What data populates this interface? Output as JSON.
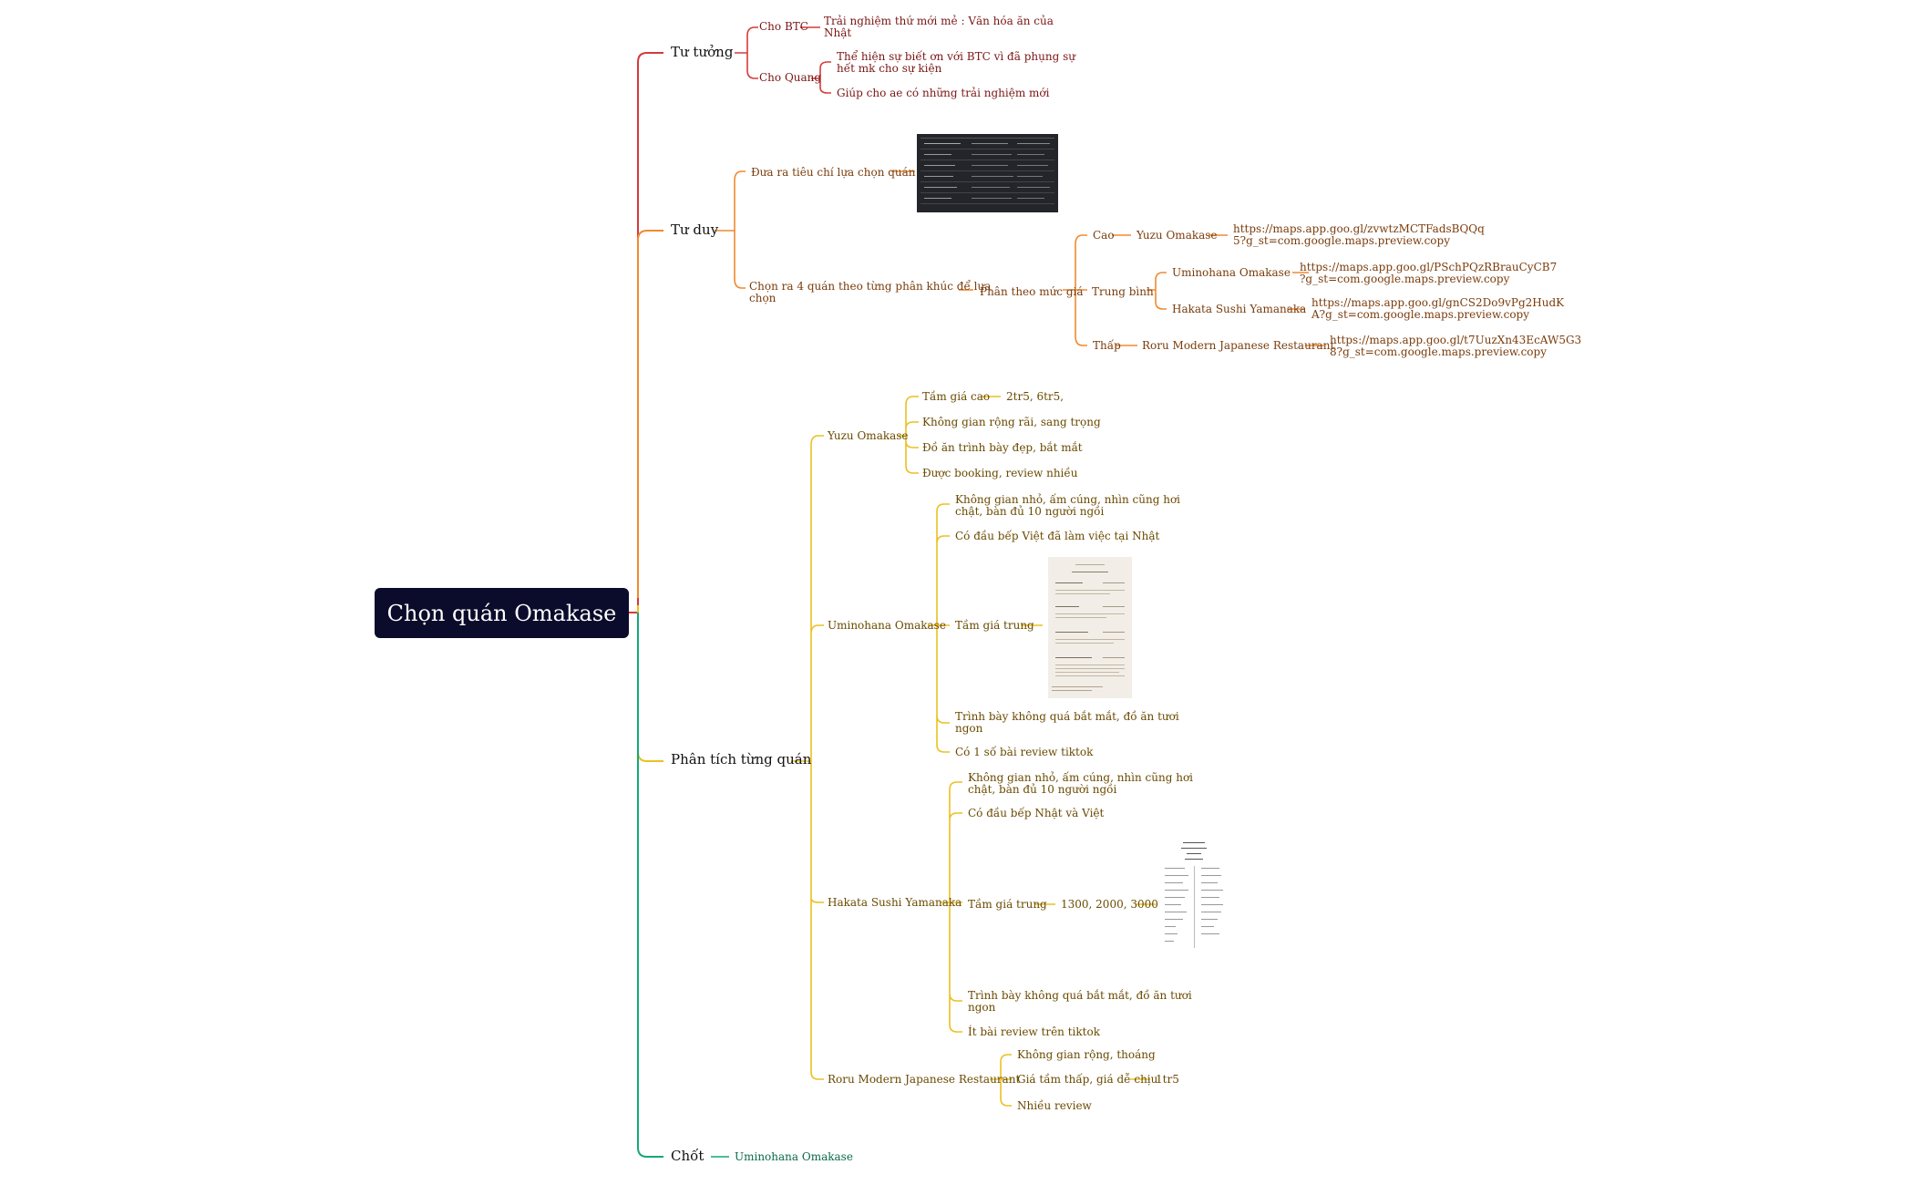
{
  "root": {
    "label": "Chọn quán Omakase"
  },
  "colors": {
    "red": "#d63a3a",
    "orange": "#f08a30",
    "yellow": "#ebc021",
    "green": "#14a878"
  },
  "branches": {
    "tu_tuong": {
      "label": "Tư tưởng",
      "for_btc": {
        "label": "Cho BTC",
        "note_line1": "Trải nghiệm thứ mới mẻ : Văn hóa ăn của",
        "note_line2": "Nhật"
      },
      "for_quang": {
        "label": "Cho Quang",
        "note1_line1": "Thể hiện sự biết ơn với BTC vì đã phụng sự",
        "note1_line2": "hết mk cho sự kiện",
        "note2": "Giúp cho ae có những trải nghiệm mới"
      }
    },
    "tu_duy": {
      "label": "Tư duy",
      "criteria": {
        "label": "Đưa ra tiêu chí lựa chọn quán"
      },
      "pick": {
        "label_line1": "Chọn ra 4 quán theo từng phân khúc để lựa",
        "label_line2": "chọn",
        "by_price": "Phân theo mức giá",
        "high": {
          "label": "Cao",
          "restaurant": "Yuzu Omakase",
          "url1": "https://maps.app.goo.gl/zvwtzMCTFadsBQQq",
          "url2": "5?g_st=com.google.maps.preview.copy"
        },
        "mid": {
          "label": "Trung bình",
          "r1": {
            "name": "Uminohana Omakase",
            "url1": "https://maps.app.goo.gl/PSchPQzRBrauCyCB7",
            "url2": "?g_st=com.google.maps.preview.copy"
          },
          "r2": {
            "name": "Hakata Sushi Yamanaka",
            "url1": "https://maps.app.goo.gl/gnCS2Do9vPg2HudK",
            "url2": "A?g_st=com.google.maps.preview.copy"
          }
        },
        "low": {
          "label": "Thấp",
          "restaurant": "Roru Modern Japanese Restaurant",
          "url1": "https://maps.app.goo.gl/t7UuzXn43EcAW5G3",
          "url2": "8?g_st=com.google.maps.preview.copy"
        }
      }
    },
    "phan_tich": {
      "label": "Phân tích từng quán",
      "yuzu": {
        "name": "Yuzu Omakase",
        "price": "Tầm giá cao",
        "price_value": "2tr5, 6tr5,",
        "space": "Không gian rộng rãi, sang trọng",
        "food": "Đồ ăn trình bày đẹp, bắt mắt",
        "booking": "Được booking, review nhiều"
      },
      "umino": {
        "name": "Uminohana Omakase",
        "space_line1": "Không gian nhỏ, ấm cúng, nhìn cũng hơi",
        "space_line2": "chật, bàn đủ 10 người ngồi",
        "chef": "Có đầu bếp Việt đã làm việc tại Nhật",
        "price": "Tầm giá trung",
        "food_line1": "Trình bày không quá bắt mắt, đồ ăn tươi",
        "food_line2": "ngon",
        "review": "Có 1 số bài review tiktok"
      },
      "hakata": {
        "name": "Hakata Sushi Yamanaka",
        "space_line1": "Không gian nhỏ, ấm cúng, nhìn cũng hơi",
        "space_line2": "chật, bàn đủ 10 người ngồi",
        "chef": "Có đầu bếp Nhật và Việt",
        "price": "Tầm giá trung",
        "price_value": "1300, 2000, 3000",
        "food_line1": "Trình bày không quá bắt mắt, đồ ăn tươi",
        "food_line2": "ngon",
        "review": "Ít bài review trên tiktok"
      },
      "roru": {
        "name": "Roru Modern Japanese Restaurant",
        "space": "Không gian rộng, thoáng",
        "price": "Giá tầm thấp, giá dễ chịu",
        "price_value": "1tr5",
        "review": "Nhiều review"
      }
    },
    "chot": {
      "label": "Chốt",
      "result": "Uminohana Omakase"
    }
  }
}
